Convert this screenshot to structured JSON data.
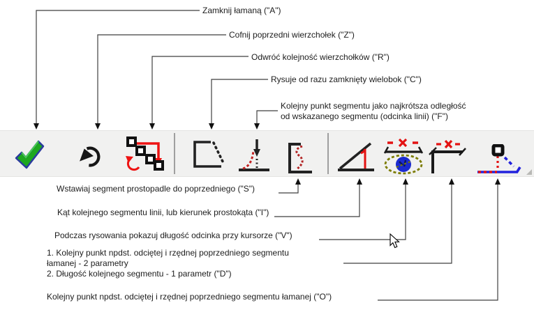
{
  "callouts": {
    "top": [
      {
        "text": "Zamknij łamaną (\"A\")"
      },
      {
        "text": "Cofnij poprzedni wierzchołek (\"Z\")"
      },
      {
        "text": "Odwróć kolejność wierzchołków (\"R\")"
      },
      {
        "text": "Rysuje od razu zamknięty wielobok (\"C\")"
      },
      {
        "text": "Kolejny punkt segmentu jako najkrótsza odległość\nod wskazanego segmentu (odcinka linii) (\"F\")"
      }
    ],
    "bottom": [
      {
        "text": "Wstawiaj segment prostopadle do poprzedniego (\"S\")"
      },
      {
        "text": "Kąt kolejnego segmentu linii, lub kierunek prostokąta (\"I\")"
      },
      {
        "text": "Podczas rysowania pokazuj długość odcinka przy kursorze (\"V\")"
      },
      {
        "text": "1. Kolejny punkt npdst. odciętej i rzędnej poprzedniego segmentu\nłamanej - 2 parametry\n2. Długość kolejnego segmentu - 1 parametr (\"D\")"
      },
      {
        "text": "Kolejny punkt npdst. odciętej i rzędnej poprzedniego segmentu łamanej (\"O\")"
      }
    ]
  },
  "toolbar": {
    "buttons": [
      {
        "name": "close-polyline",
        "shortcut": "A",
        "icon": "green-check"
      },
      {
        "name": "undo-vertex",
        "shortcut": "Z",
        "icon": "undo-arc-arrow"
      },
      {
        "name": "reverse-vertices",
        "shortcut": "R",
        "icon": "red-path-vertex-squares"
      },
      {
        "name": "closed-polygon",
        "shortcut": "C",
        "icon": "polygon-outline-dotted"
      },
      {
        "name": "shortest-distance-point",
        "shortcut": "F",
        "icon": "perpendicular-drop-arrow"
      },
      {
        "name": "perpendicular-segment",
        "shortcut": "S",
        "icon": "bracket-red-curve"
      },
      {
        "name": "segment-angle",
        "shortcut": "I",
        "icon": "angle-red-riser"
      },
      {
        "name": "show-length-at-cursor",
        "shortcut": "V",
        "icon": "eye-dimension-line"
      },
      {
        "name": "offset-and-length",
        "shortcut": "D",
        "icon": "corner-dimension"
      },
      {
        "name": "offset-point",
        "shortcut": "O",
        "icon": "axes-offset"
      }
    ]
  },
  "colors": {
    "toolbar_bg": "#f1f1f0",
    "accent_red": "#e31212",
    "check_green": "#1ea81e",
    "check_outline_blue": "#2b3a9e",
    "axis_blue": "#2222dd",
    "eye_olive": "#7c7c00",
    "line_gray": "#3f3f3f"
  }
}
